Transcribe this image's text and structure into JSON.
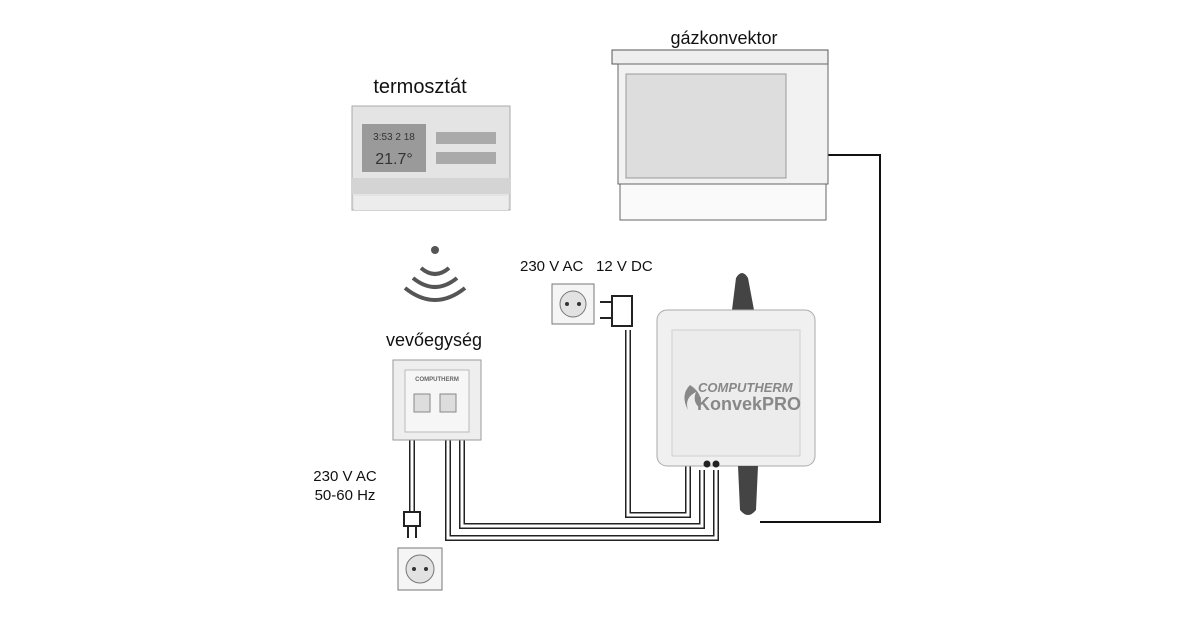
{
  "labels": {
    "convector": "gázkonvektor",
    "thermostat": "termosztát",
    "supply_ac": "230 V AC",
    "supply_dc": "12 V DC",
    "receiver": "vevőegység",
    "mains_voltage": "230 V AC",
    "mains_frequency": "50-60 Hz"
  },
  "thermostat_display": {
    "top": "3:53 2 18",
    "temp": "21.7°"
  },
  "logo": {
    "brand": "COMPUTHERM",
    "product_a": "Konvek",
    "product_b": "PRO",
    "receiver_brand": "COMPUTHERM"
  },
  "colors": {
    "device": "#e6e6e6",
    "wire": "#111111",
    "display": "#9a9a9a"
  }
}
